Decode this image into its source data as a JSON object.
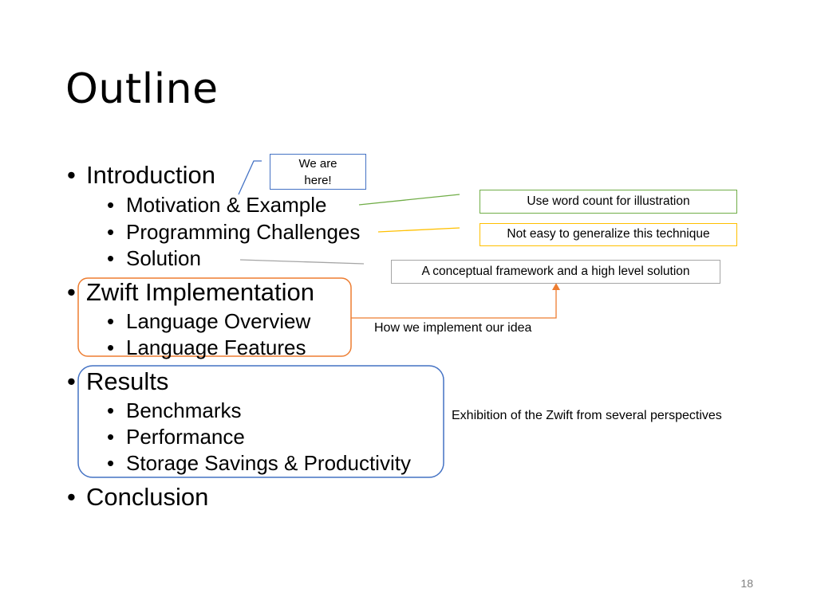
{
  "slide": {
    "title": "Outline",
    "page_number": "18",
    "bullet": "•"
  },
  "outline": {
    "introduction": "Introduction",
    "motivation": "Motivation & Example",
    "programming_challenges": "Programming Challenges",
    "solution": "Solution",
    "zwift_implementation": "Zwift Implementation",
    "language_overview": "Language Overview",
    "language_features": "Language Features",
    "results": "Results",
    "benchmarks": "Benchmarks",
    "performance": "Performance",
    "storage_savings": "Storage Savings & Productivity",
    "conclusion": "Conclusion"
  },
  "callouts": {
    "we_are_here_line1": "We are",
    "we_are_here_line2": "here!",
    "word_count": "Use word count for illustration",
    "not_easy": "Not easy to generalize this technique",
    "conceptual_framework": "A conceptual framework and a high level solution",
    "how_we_implement": "How we implement our idea",
    "exhibition": "Exhibition of the Zwift from several perspectives"
  },
  "colors": {
    "blue_box": "#4472c4",
    "green_box": "#70ad47",
    "yellow_box": "#ffc000",
    "gray_box": "#a5a5a5",
    "orange_highlight": "#ed7d31",
    "blue_highlight": "#4472c4",
    "page_number": "#7f7f7f"
  }
}
